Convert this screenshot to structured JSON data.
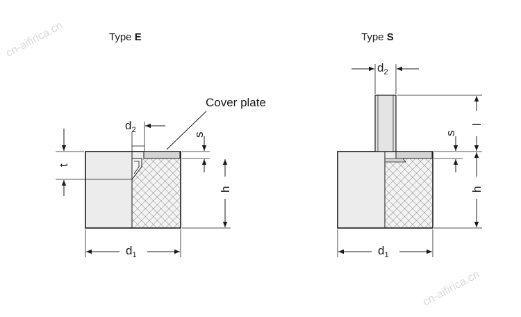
{
  "type_e": {
    "title_prefix": "Type ",
    "title_letter": "E",
    "cover_plate": "Cover plate",
    "d2_main": "d",
    "d2_sub": "2",
    "d1_main": "d",
    "d1_sub": "1",
    "s": "s",
    "t": "t",
    "h": "h"
  },
  "type_s": {
    "title_prefix": "Type ",
    "title_letter": "S",
    "d2_main": "d",
    "d2_sub": "2",
    "d1_main": "d",
    "d1_sub": "1",
    "s": "s",
    "l": "l",
    "h": "h"
  },
  "watermark": {
    "left": "cn-aifirica.cn",
    "right": "cn-aifirica.cn"
  },
  "colors": {
    "line": "#1a1a1a",
    "body_fill": "#ececec",
    "metal_fill": "#d4d4d4",
    "hatch": "#555555",
    "watermark": "#d9d9d9"
  }
}
